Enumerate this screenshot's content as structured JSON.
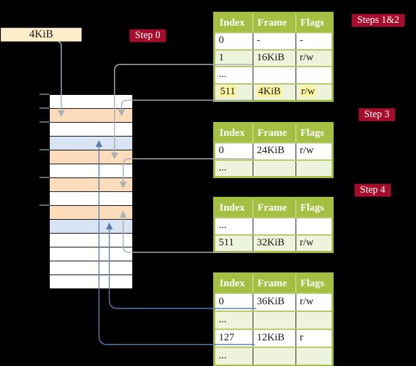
{
  "box": {
    "label": "4KiB"
  },
  "steps": {
    "step0": "Step 0",
    "steps12": "Steps 1&2",
    "step3": "Step 3",
    "step4": "Step 4"
  },
  "colors": {
    "accent_red": "#a60c2c",
    "table_header_green": "#a4bf42",
    "row_green": "#eef3dc",
    "highlight_yellow": "#fdf49e",
    "mem_peach": "#fcdcba",
    "mem_blue": "#d8e4f3",
    "box_wheat": "#fceecb",
    "arrow_gray": "#a9b0b7",
    "arrow_blue": "#5c80b0"
  },
  "memory": {
    "rows": [
      {
        "cls": "mem-row c-white"
      },
      {
        "cls": "mem-row c-peach"
      },
      {
        "cls": "mem-row c-white"
      },
      {
        "cls": "mem-row c-blue"
      },
      {
        "cls": "mem-row c-peach"
      },
      {
        "cls": "mem-row c-white"
      },
      {
        "cls": "mem-row c-peach"
      },
      {
        "cls": "mem-row c-white"
      },
      {
        "cls": "mem-row c-peach"
      },
      {
        "cls": "mem-row c-blue"
      },
      {
        "cls": "mem-row c-white"
      },
      {
        "cls": "mem-row c-white"
      },
      {
        "cls": "mem-row c-white"
      },
      {
        "cls": "mem-row c-white"
      }
    ]
  },
  "tables": [
    {
      "headers": [
        "Index",
        "Frame",
        "Flags"
      ],
      "rows": [
        [
          "0",
          "-",
          "-"
        ],
        [
          "1",
          "16KiB",
          "r/w"
        ],
        [
          "...",
          "",
          ""
        ],
        [
          "511",
          "4KiB",
          "r/w"
        ]
      ]
    },
    {
      "headers": [
        "Index",
        "Frame",
        "Flags"
      ],
      "rows": [
        [
          "0",
          "24KiB",
          "r/w"
        ],
        [
          "...",
          "",
          ""
        ]
      ]
    },
    {
      "headers": [
        "Index",
        "Frame",
        "Flags"
      ],
      "rows": [
        [
          "...",
          "",
          ""
        ],
        [
          "511",
          "32KiB",
          "r/w"
        ]
      ]
    },
    {
      "headers": [
        "Index",
        "Frame",
        "Flags"
      ],
      "rows": [
        [
          "0",
          "36KiB",
          "r/w"
        ],
        [
          "...",
          "",
          ""
        ],
        [
          "127",
          "12KiB",
          "r"
        ],
        [
          "...",
          "",
          ""
        ]
      ]
    }
  ]
}
